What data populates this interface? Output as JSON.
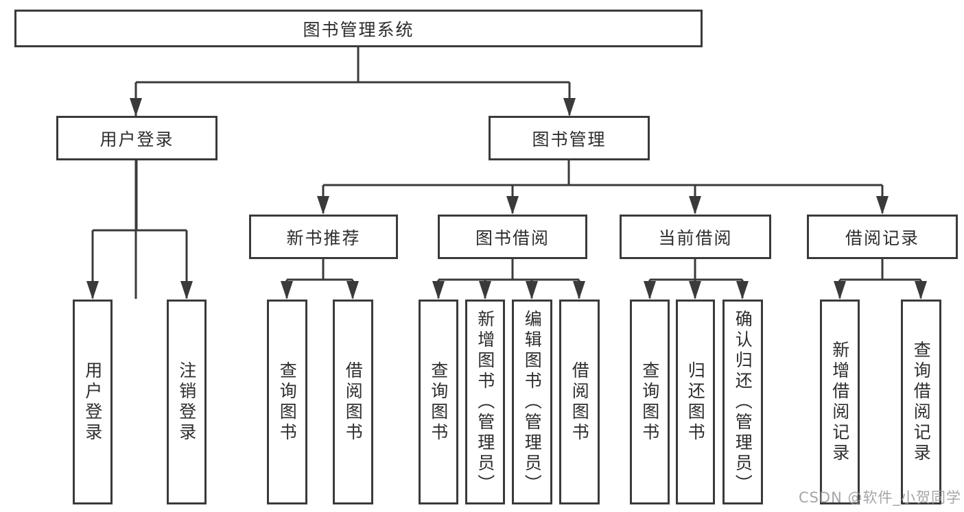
{
  "tree": {
    "label": "图书管理系统",
    "children": [
      {
        "label": "用户登录",
        "children": [
          {
            "label": "用户登录"
          },
          {
            "label": "注销登录"
          }
        ]
      },
      {
        "label": "图书管理",
        "children": [
          {
            "label": "新书推荐",
            "children": [
              {
                "label": "查询图书"
              },
              {
                "label": "借阅图书"
              }
            ]
          },
          {
            "label": "图书借阅",
            "children": [
              {
                "label": "查询图书"
              },
              {
                "label": "新增图书（管理员）"
              },
              {
                "label": "编辑图书（管理员）"
              },
              {
                "label": "借阅图书"
              }
            ]
          },
          {
            "label": "当前借阅",
            "children": [
              {
                "label": "查询图书"
              },
              {
                "label": "归还图书"
              },
              {
                "label": "确认归还（管理员）"
              }
            ]
          },
          {
            "label": "借阅记录",
            "children": [
              {
                "label": "新增借阅记录"
              },
              {
                "label": "查询借阅记录"
              }
            ]
          }
        ]
      }
    ]
  },
  "watermark": "CSDN @软件_小贺同学",
  "colors": {
    "line": "#3a3a3a",
    "text": "#2d2d2d",
    "watermark": "#9b9ba0",
    "background": "#ffffff"
  }
}
